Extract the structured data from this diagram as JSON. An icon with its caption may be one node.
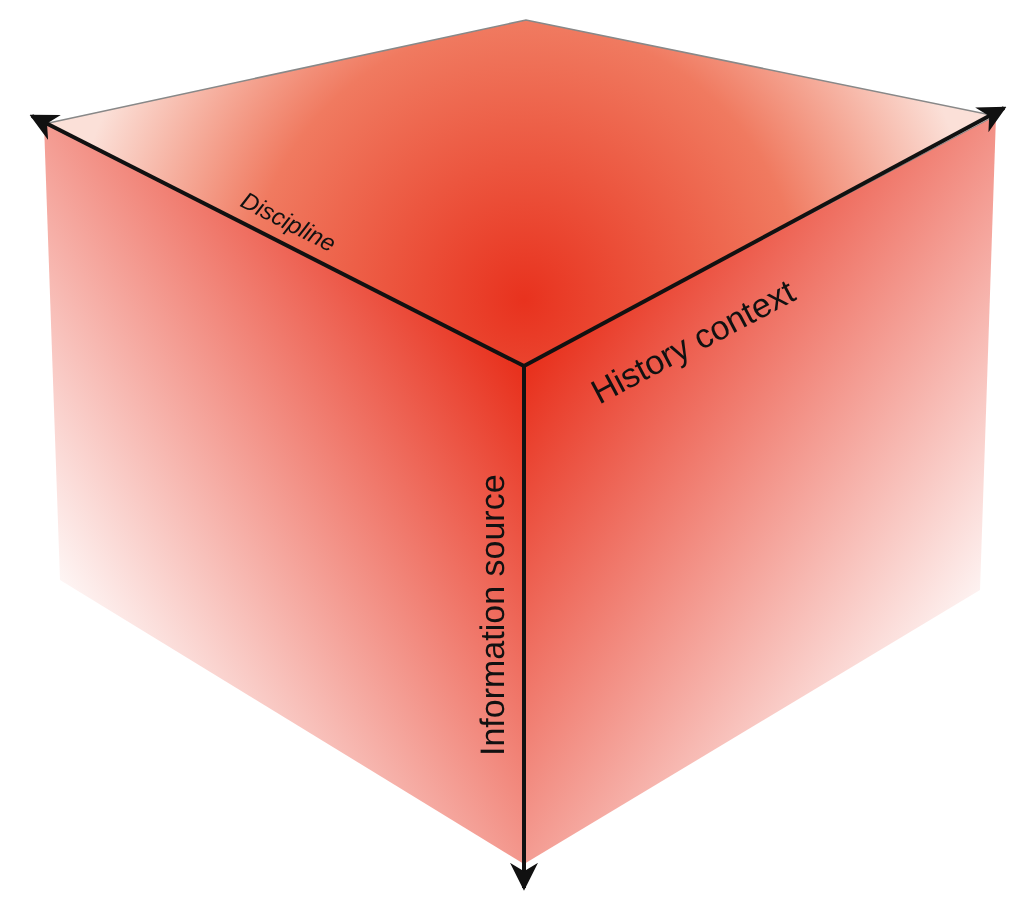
{
  "diagram": {
    "labels": [
      "Discipline",
      "History context",
      "Information source"
    ]
  }
}
